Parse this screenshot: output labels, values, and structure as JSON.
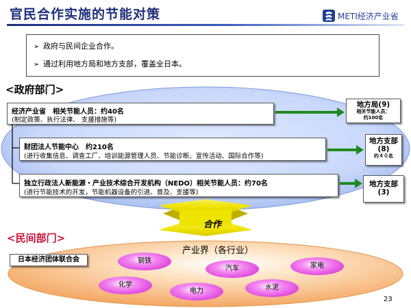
{
  "header": {
    "title": "官民合作实施的节能对策",
    "logo_text": "METI经济产业省",
    "brand_color": "#1f2f7a"
  },
  "summary": {
    "items": [
      "政府与民间企业合作。",
      "通过利用地方局和地方支部，覆盖全日本。"
    ]
  },
  "government": {
    "label": "<政府部门>",
    "orgs": [
      {
        "title": "经济产业省　相关节能人员：约40名",
        "desc": "(制定政策、执行法律、 支援措施等)"
      },
      {
        "title": "财团法人节能中心　约210名",
        "desc": "(进行收集信息、调查工厂、培训能源管理人员、节能诊断、宣传活动、国际合作等)"
      },
      {
        "title": "独立行政法人新能源・产业技术综合开发机构（NEDO）相关节能人员：约70名",
        "desc": "(进行节能技术的开发，节能机器设备的引进、普及、支援等)"
      }
    ],
    "regional": [
      {
        "title": "地方局(9)",
        "lines": [
          "相关节能人员：",
          "约100名"
        ]
      },
      {
        "title": "地方支部",
        "subtitle": "(8)",
        "lines": [
          "约４０名"
        ]
      },
      {
        "title": "地方支部",
        "subtitle": "(3)",
        "lines": []
      }
    ]
  },
  "cooperation": {
    "label": "合作"
  },
  "private": {
    "label": "<民间部门>",
    "association": "日本经济团体联合会",
    "industry_label": "产业界（各行业）",
    "sectors": [
      "钢铁",
      "汽车",
      "家电",
      "化学",
      "电力",
      "水泥"
    ]
  },
  "page_number": "23",
  "colors": {
    "arrow_green": "#1f8a1f",
    "private_label": "#c8143a",
    "sector_magenta": "#d21cd0",
    "coop_yellow": "#f0e800"
  }
}
